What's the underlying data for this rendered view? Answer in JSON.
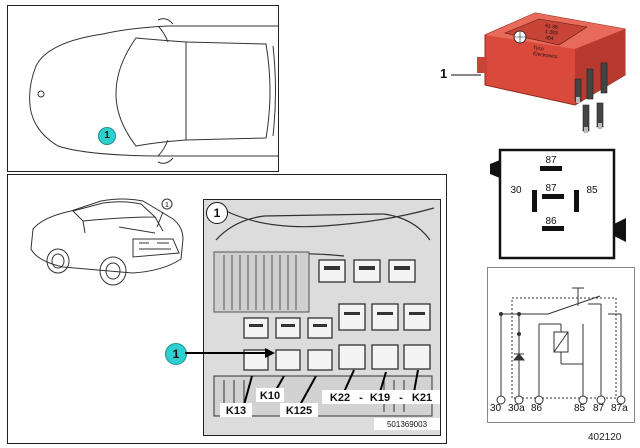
{
  "top_view": {
    "callout": "1"
  },
  "relay": {
    "callout": "1",
    "label_lines": [
      "61 36-",
      "1 393",
      "404",
      "Tyco",
      "Electronics"
    ],
    "body_color": "#d94a3b",
    "accent_color": "#2ecfcf"
  },
  "pin_diagram": {
    "pins": [
      "87",
      "30",
      "87",
      "85",
      "86"
    ]
  },
  "schematic": {
    "pins": [
      "30",
      "30a",
      "86",
      "85",
      "87",
      "87a"
    ]
  },
  "detail": {
    "car_callout": "1",
    "panel_callout": "1",
    "arrow_callout": "1",
    "labels": [
      "K10",
      "K13",
      "K125",
      "K22",
      "-",
      "K19",
      "-",
      "K21"
    ],
    "part_number": "501369003"
  },
  "figure_id": "402120"
}
